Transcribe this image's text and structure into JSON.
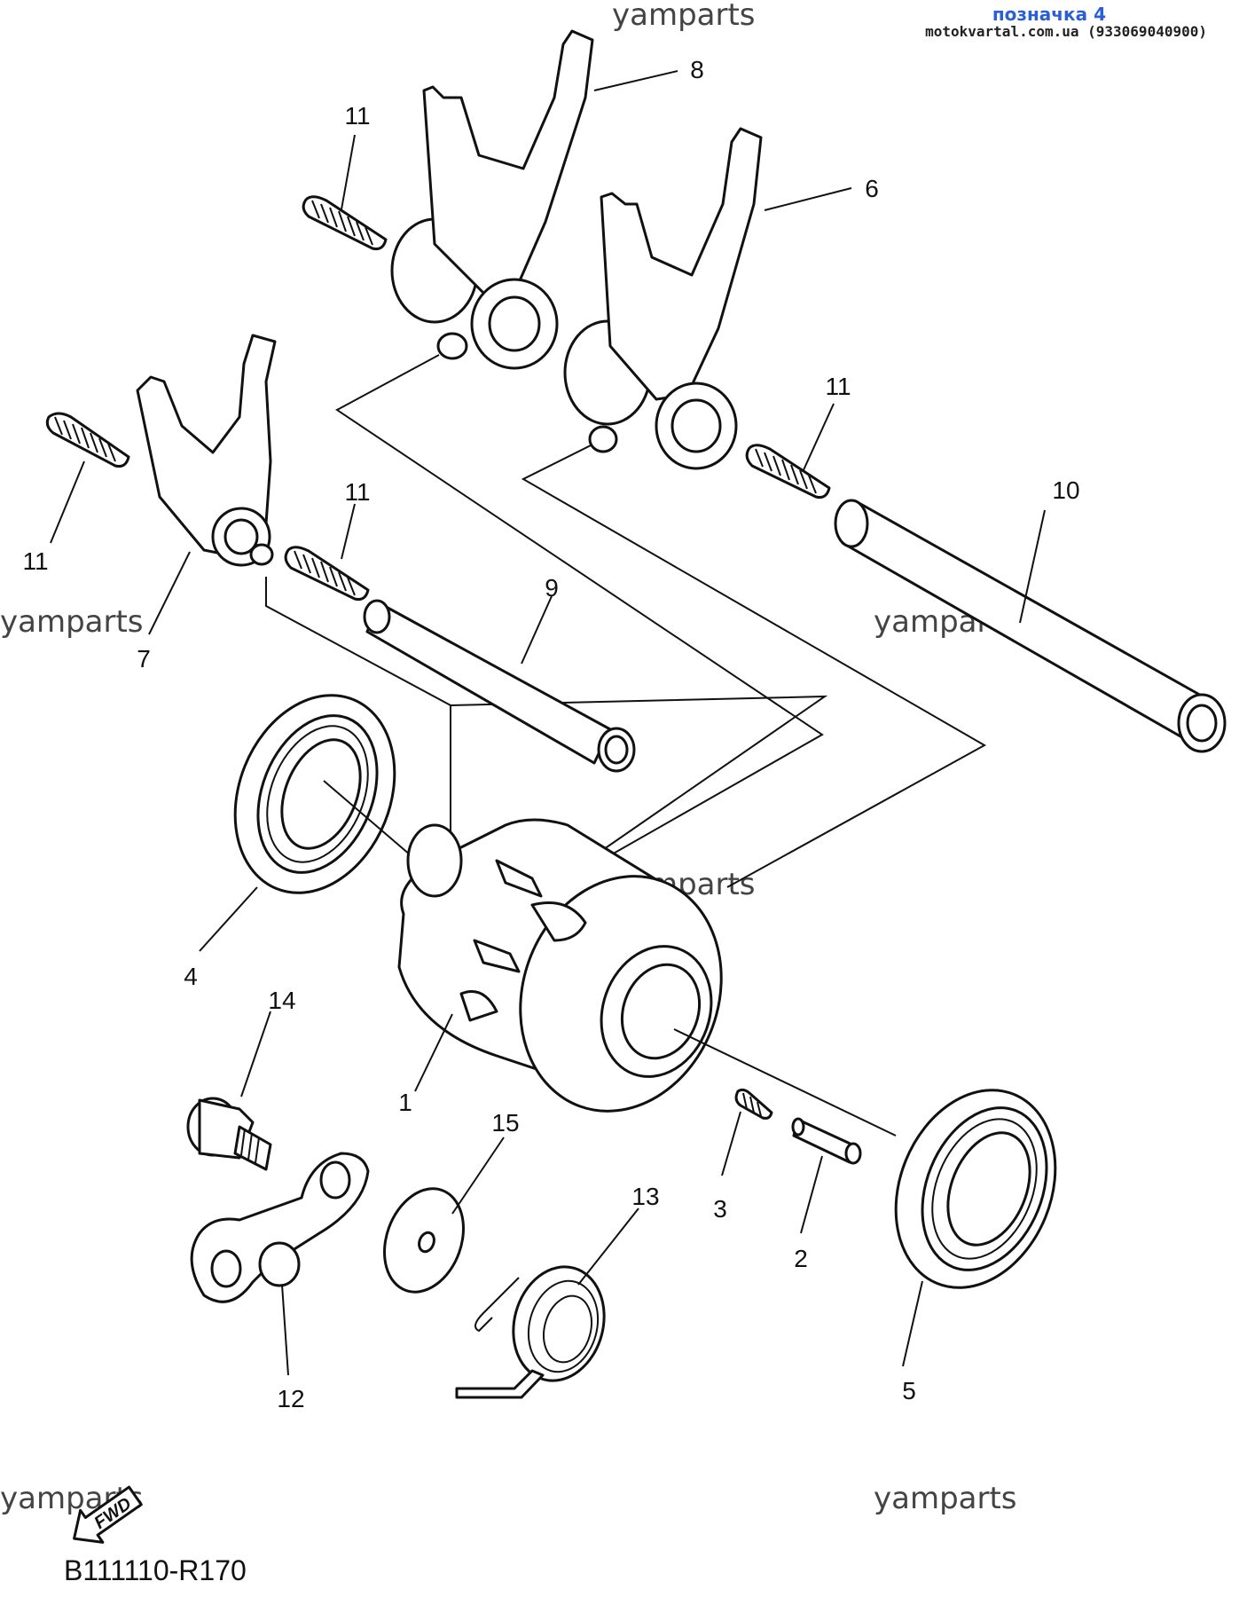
{
  "header": {
    "tag": "позначка 4",
    "site": "motokvartal.com.ua (933069040900)"
  },
  "watermark": "yamparts",
  "fwd_label": "FWD",
  "diagram_code": "B111110-R170",
  "callouts": {
    "c1": "1",
    "c2": "2",
    "c3": "3",
    "c4": "4",
    "c5": "5",
    "c6": "6",
    "c7": "7",
    "c8": "8",
    "c9": "9",
    "c10": "10",
    "c11a": "11",
    "c11b": "11",
    "c11c": "11",
    "c11d": "11",
    "c12": "12",
    "c13": "13",
    "c14": "14",
    "c15": "15"
  }
}
